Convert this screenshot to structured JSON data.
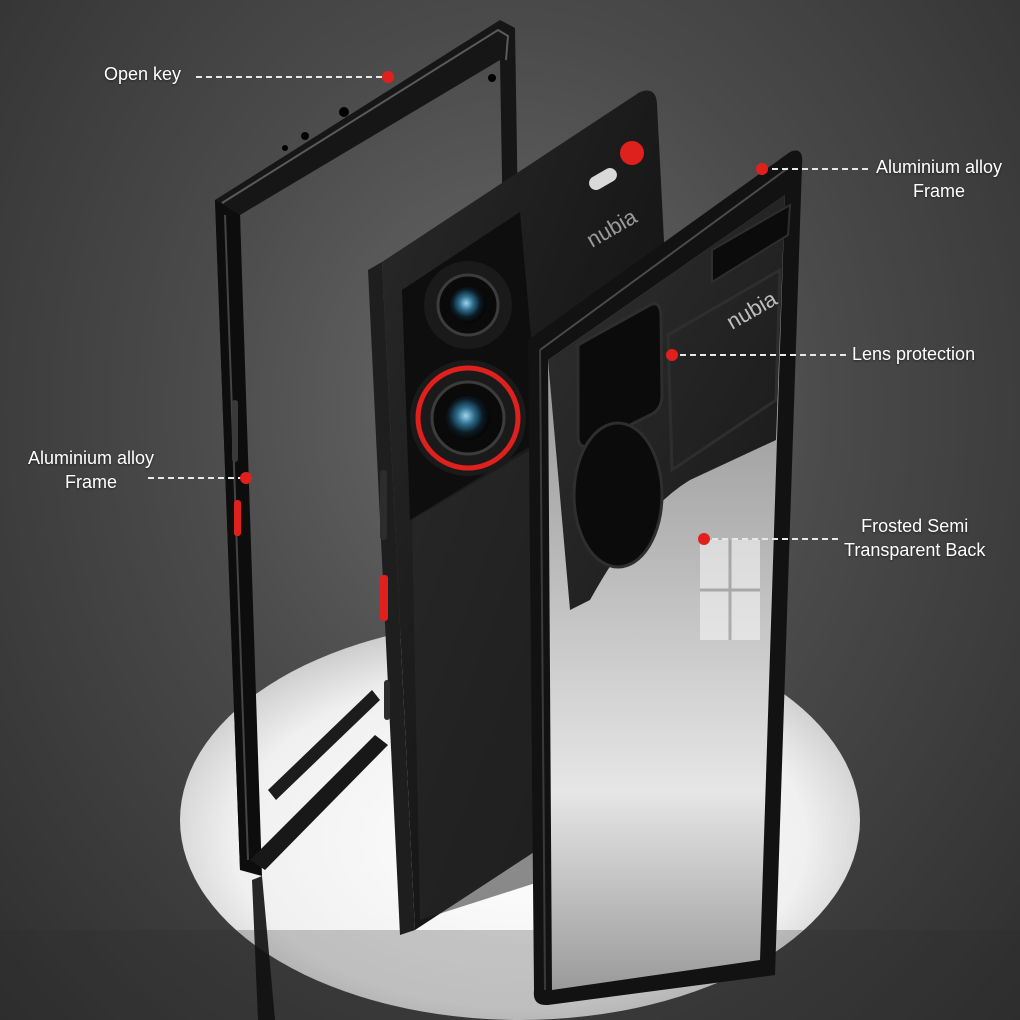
{
  "colors": {
    "accent_red": "#e0201c",
    "frame_black": "#141414",
    "leader_line": "#e8e8e8"
  },
  "callouts": {
    "open_key": "Open key",
    "alloy_frame_right_1": "Aluminium alloy",
    "alloy_frame_right_2": "Frame",
    "lens_protection": "Lens protection",
    "alloy_frame_left_1": "Aluminium alloy",
    "alloy_frame_left_2": "Frame",
    "frosted_back_1": "Frosted Semi",
    "frosted_back_2": "Transparent Back"
  },
  "phone": {
    "brand": "nubia"
  }
}
